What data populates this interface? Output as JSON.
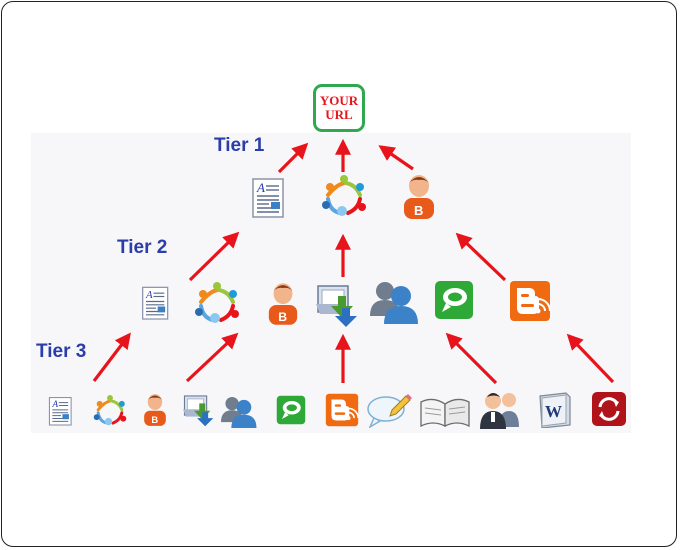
{
  "target": {
    "line1": "YOUR",
    "line2": "URL",
    "border_color": "#2fa84f",
    "text_color": "#e8141c"
  },
  "tiers": {
    "tier1": "Tier 1",
    "tier2": "Tier 2",
    "tier3": "Tier 3",
    "color": "#2a3da8"
  },
  "arrow_color": "#e8141c",
  "icons": {
    "tier1": [
      "article-icon",
      "community-icon",
      "blogger-user-icon"
    ],
    "tier2": [
      "article-icon",
      "community-icon",
      "blogger-user-icon",
      "download-folder-icon",
      "users-icon",
      "technorati-icon",
      "blogger-rss-icon"
    ],
    "tier3": [
      "article-icon",
      "community-icon",
      "blogger-user-icon",
      "download-folder-icon",
      "users-icon",
      "technorati-icon",
      "blogger-rss-icon",
      "comment-icon",
      "open-book-icon",
      "people-icon",
      "wikipedia-icon",
      "sync-icon"
    ]
  }
}
